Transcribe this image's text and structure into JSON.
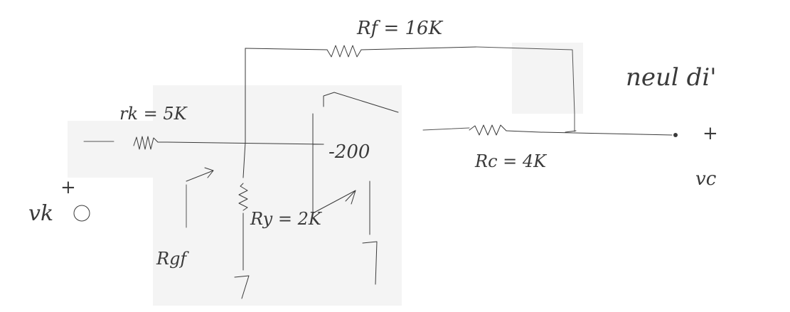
{
  "labels": {
    "rf": "Rf = 16K",
    "rk": "rk = 5K",
    "amp": "-200",
    "rc": "Rc = 4K",
    "ry": "Ry = 2K",
    "rgf": "Rgf",
    "vk": "vk",
    "vc": "vc",
    "note": "neul di'",
    "plus_in": "+",
    "plus_out": "+"
  }
}
